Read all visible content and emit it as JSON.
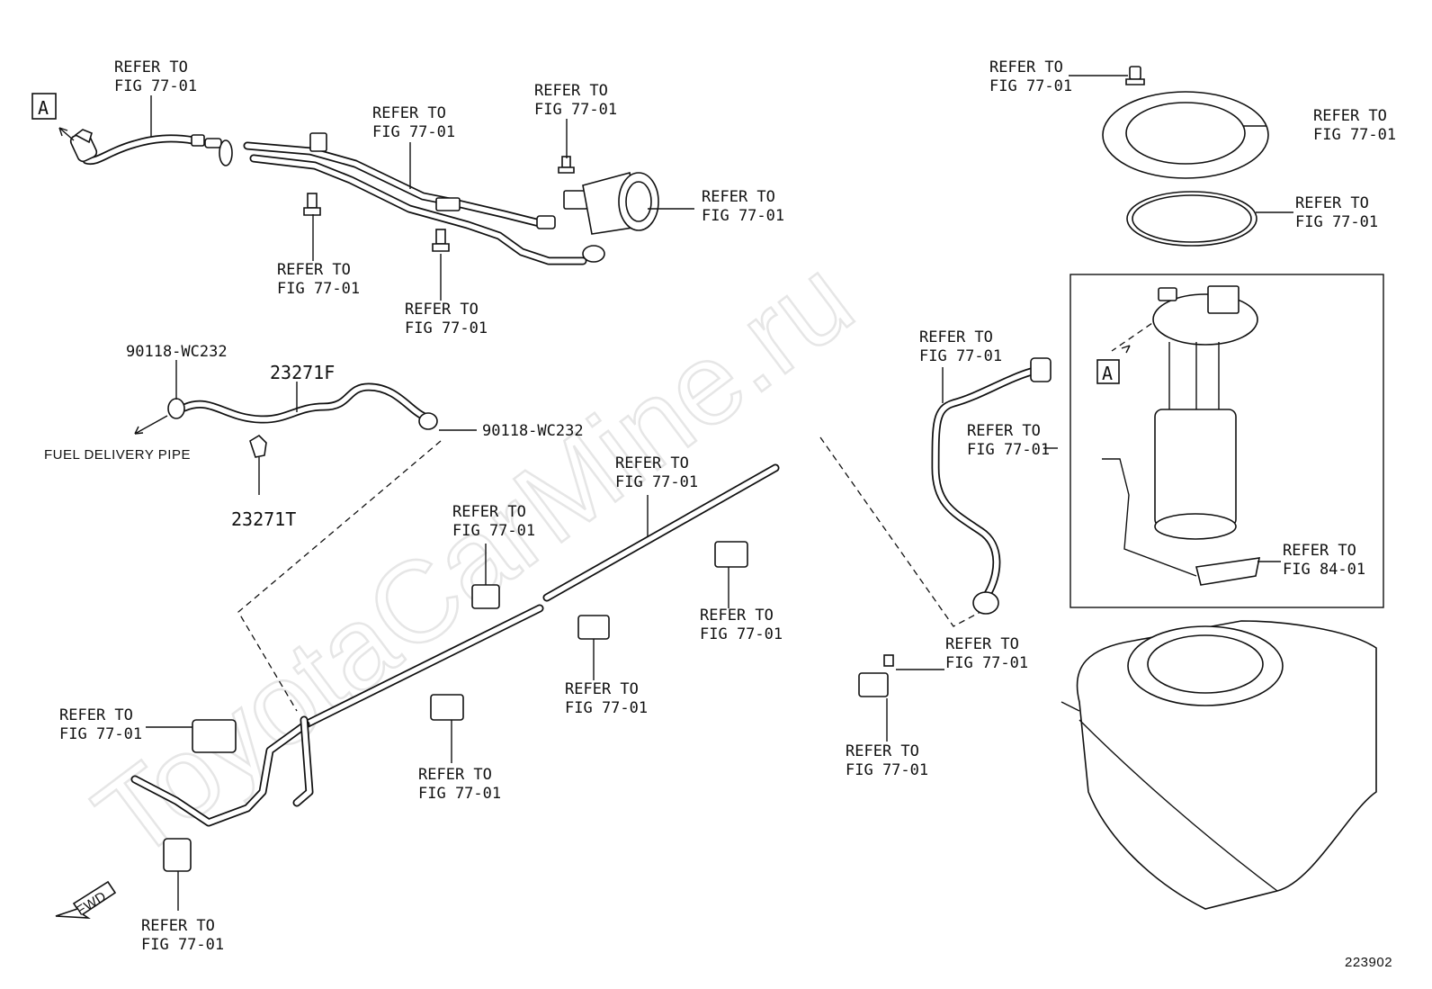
{
  "watermark": "ToyotaCarMine.ru",
  "refer_labels": [
    {
      "line1": "REFER TO",
      "line2": "FIG 77-01"
    },
    {
      "line1": "REFER TO",
      "line2": "FIG 77-01"
    },
    {
      "line1": "REFER TO",
      "line2": "FIG 77-01"
    },
    {
      "line1": "REFER TO",
      "line2": "FIG 77-01"
    },
    {
      "line1": "REFER TO",
      "line2": "FIG 77-01"
    },
    {
      "line1": "REFER TO",
      "line2": "FIG 77-01"
    },
    {
      "line1": "REFER TO",
      "line2": "FIG 77-01"
    },
    {
      "line1": "REFER TO",
      "line2": "FIG 77-01"
    },
    {
      "line1": "REFER TO",
      "line2": "FIG 77-01"
    },
    {
      "line1": "REFER TO",
      "line2": "FIG 77-01"
    },
    {
      "line1": "REFER TO",
      "line2": "FIG 77-01"
    },
    {
      "line1": "REFER TO",
      "line2": "FIG 77-01"
    },
    {
      "line1": "REFER TO",
      "line2": "FIG 77-01"
    },
    {
      "line1": "REFER TO",
      "line2": "FIG 77-01"
    },
    {
      "line1": "REFER TO",
      "line2": "FIG 77-01"
    },
    {
      "line1": "REFER TO",
      "line2": "FIG 77-01"
    },
    {
      "line1": "REFER TO",
      "line2": "FIG 77-01"
    },
    {
      "line1": "REFER TO",
      "line2": "FIG 77-01"
    },
    {
      "line1": "REFER TO",
      "line2": "FIG 77-01"
    },
    {
      "line1": "REFER TO",
      "line2": "FIG 77-01"
    },
    {
      "line1": "REFER TO",
      "line2": "FIG 84-01"
    }
  ],
  "part_numbers": {
    "clamp_upper": "90118-WC232",
    "clamp_lower": "90118-WC232",
    "hose": "23271F",
    "clip": "23271T"
  },
  "fuel_delivery_pipe": "FUEL DELIVERY PIPE",
  "ref_mark": "A",
  "fwd": "FWD",
  "diagram_number": "223902"
}
